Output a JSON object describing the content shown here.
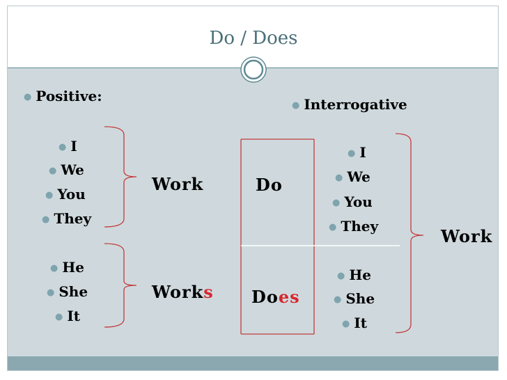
{
  "slide": {
    "title": "Do / Does",
    "positive": {
      "heading": "Positive:",
      "group1": [
        "I",
        "We",
        "You",
        "They"
      ],
      "group2": [
        "He",
        "She",
        "It"
      ],
      "verb1": "Work",
      "verb2_base": "Work",
      "verb2_suffix": "s"
    },
    "auxiliary": {
      "do": "Do",
      "does_base": "Do",
      "does_suffix": "es"
    },
    "interrogative": {
      "heading": "Interrogative",
      "group1": [
        "I",
        "We",
        "You",
        "They"
      ],
      "group2": [
        "He",
        "She",
        "It"
      ],
      "verb": "Work"
    }
  },
  "colors": {
    "accent": "#d7282f",
    "bracket": "#c23b3b",
    "content_background": "#cfd9dd",
    "footer": "#8ba8b0",
    "title": "#4a6f78"
  }
}
